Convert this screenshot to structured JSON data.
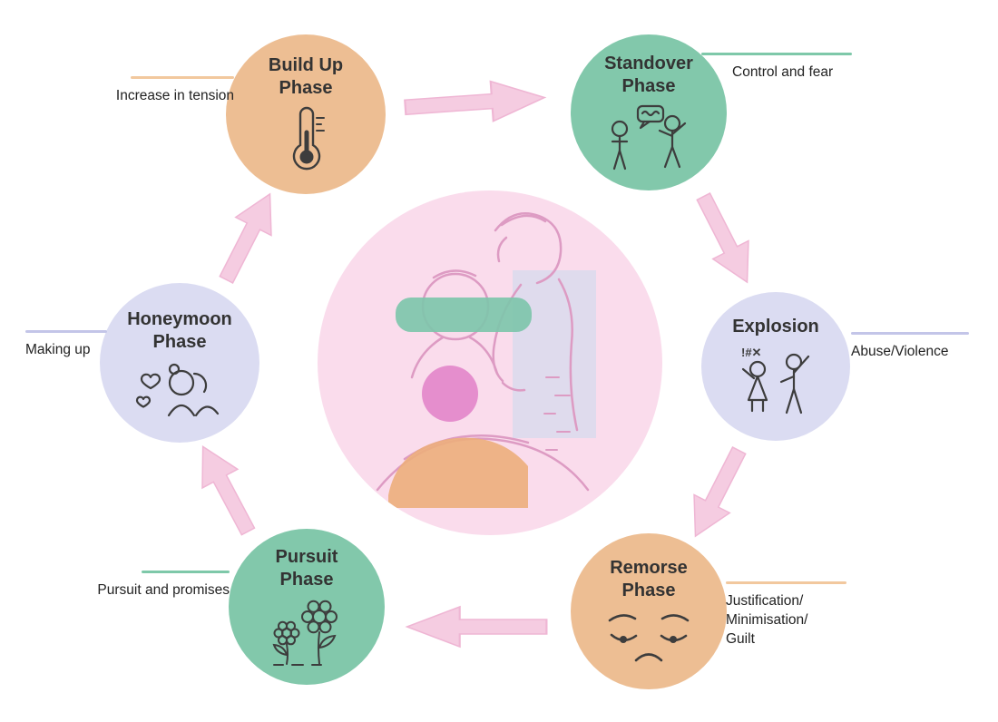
{
  "diagram": {
    "type": "cycle-of-abuse-diagram",
    "center_illustration": "abuser-standing-over-blindfolded-seated-victim",
    "cycle_order": [
      "Build Up Phase",
      "Standover Phase",
      "Explosion",
      "Remorse Phase",
      "Pursuit Phase",
      "Honeymoon Phase"
    ],
    "arrow_color": "#F5CCE1",
    "center_background_color": "#FADCEC",
    "phases": [
      {
        "name": "Build Up\nPhase",
        "side_label": "Increase in tension",
        "circle_color": "#EDBE93",
        "accent_color": "#F2C89E",
        "icon": "thermometer-icon",
        "label_side": "left"
      },
      {
        "name": "Standover\nPhase",
        "side_label": "Control and fear",
        "circle_color": "#82C8AB",
        "accent_color": "#7EC8A9",
        "icon": "shouting-person-icon",
        "label_side": "right"
      },
      {
        "name": "Explosion",
        "side_label": "Abuse/Violence",
        "circle_color": "#DBDCF2",
        "accent_color": "#C3C5E8",
        "icon": "violence-figures-icon",
        "label_side": "right"
      },
      {
        "name": "Remorse\nPhase",
        "side_label": "Justification/\nMinimisation/\nGuilt",
        "circle_color": "#EDBE93",
        "accent_color": "#F2C89E",
        "icon": "sad-face-icon",
        "label_side": "right"
      },
      {
        "name": "Pursuit\nPhase",
        "side_label": "Pursuit and promises",
        "circle_color": "#82C8AB",
        "accent_color": "#7EC8A9",
        "icon": "flowers-icon",
        "label_side": "left"
      },
      {
        "name": "Honeymoon\nPhase",
        "side_label": "Making up",
        "circle_color": "#DBDCF2",
        "accent_color": "#C3C5E8",
        "icon": "couple-hearts-icon",
        "label_side": "left"
      }
    ]
  }
}
